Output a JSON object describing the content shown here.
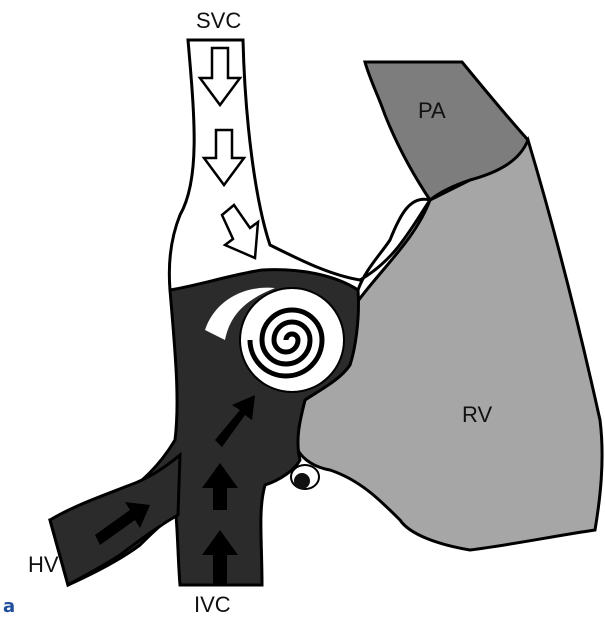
{
  "labels": {
    "svc": "SVC",
    "ivc": "IVC",
    "hv": "HV",
    "pa": "PA",
    "rv": "RV",
    "panel": "a"
  },
  "colors": {
    "outline": "#000000",
    "atrium_dark": "#2b2b2b",
    "pa_fill": "#7d7d7d",
    "rv_fill": "#a6a6a6",
    "vessel_fill": "#ffffff",
    "panel_label": "#1f4e9c"
  },
  "icons": {
    "svc_flow": "hollow-down-arrow-icon",
    "ivc_flow": "solid-up-arrow-icon",
    "hv_flow": "solid-diagonal-arrow-icon",
    "mixing": "spiral-vortex-icon"
  }
}
